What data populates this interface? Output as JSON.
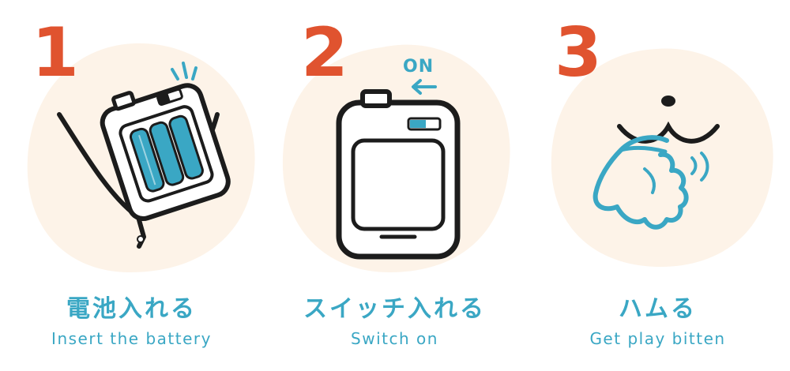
{
  "colors": {
    "accent": "#3aa7c4",
    "number": "#e0532f",
    "blob": "#fdf3e8",
    "outline": "#1c1c1c"
  },
  "steps": [
    {
      "number": "1",
      "title_jp": "電池入れる",
      "title_en": "Insert the battery",
      "icon": "battery-insert-icon"
    },
    {
      "number": "2",
      "title_jp": "スイッチ入れる",
      "title_en": "Switch on",
      "switch_label": "ON",
      "icon": "device-switch-icon"
    },
    {
      "number": "3",
      "title_jp": "ハムる",
      "title_en": "Get play bitten",
      "icon": "dog-bite-finger-icon"
    }
  ]
}
